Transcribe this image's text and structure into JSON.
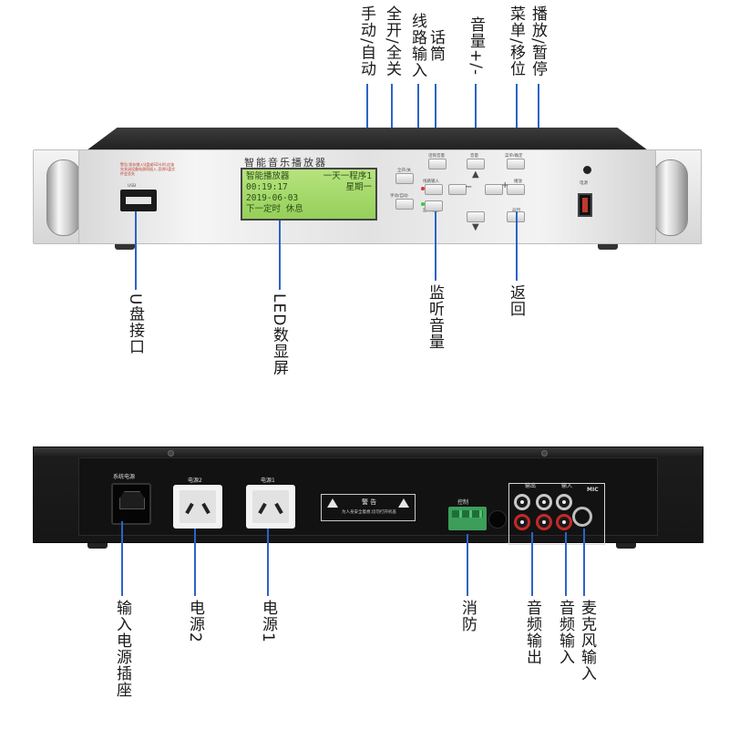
{
  "front": {
    "device_title": "智能音乐播放器",
    "lcd": {
      "line1_left": "智能播放器",
      "line1_right": "一天一程序1",
      "line2_left": "00:19:17",
      "line2_right": "星期一",
      "line3": "2019-06-03",
      "line4": "下一定时 休息"
    },
    "warning_text": "警告:如存储入U盘或SD卡时,应该先关闭设备电源再插入.否则U盘文件会丢失",
    "usb_port_label": "USB",
    "button_labels": {
      "all_on": "全开/关",
      "line_input": "线路输入",
      "mic_volume": "话筒音量",
      "volume": "音量",
      "menu": "菜单/确定",
      "play": "播放",
      "manual": "手动/自动",
      "monitor": "监听音量",
      "return": "返回",
      "power": "电源"
    },
    "callouts": {
      "manual_auto": "手动/自动",
      "all_on_off": "全开/全关",
      "line_input": "线路输入",
      "mic": "话筒",
      "volume": "音量+/-",
      "menu_move": "菜单/移位",
      "play_pause": "播放/暂停",
      "usb": "U盘接口",
      "lcd": "LED数显屏",
      "monitor": "监听音量",
      "return": "返回"
    }
  },
  "rear": {
    "labels": {
      "system_power": "系统电源",
      "power2": "电源2",
      "power1": "电源1",
      "warning_title": "警 告",
      "warning_body": "为人身安全着想,切勿打开机盖",
      "control": "控制",
      "output": "输出",
      "input": "输入",
      "mic": "MIC"
    },
    "callouts": {
      "power_socket": "输入电源插座",
      "power2": "电源2",
      "power1": "电源1",
      "fire": "消防",
      "audio_out": "音频输出",
      "audio_in": "音频输入",
      "mic_in": "麦克风输入"
    }
  },
  "colors": {
    "callout_line": "#2b64c8",
    "lcd_bg": "#a8dc6e"
  }
}
